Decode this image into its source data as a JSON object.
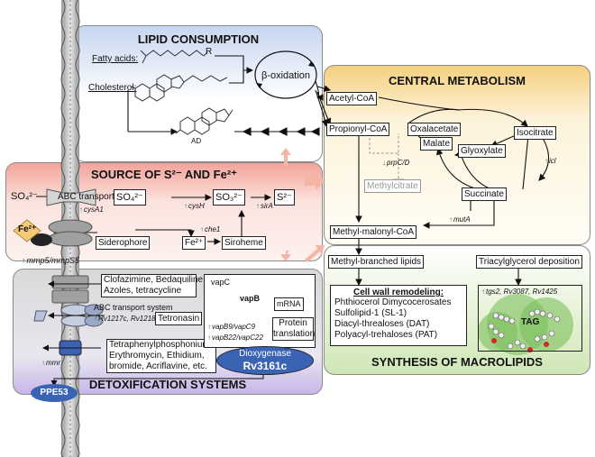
{
  "lipid": {
    "title": "LIPID CONSUMPTION",
    "fatty_acids": "Fatty acids:",
    "cholesterol": "Cholesterol:",
    "r_label": "R",
    "beta_ox": "β-oxidation",
    "ad": "AD"
  },
  "source": {
    "title": "SOURCE OF S²⁻ AND Fe²⁺",
    "so4_ext": "SO₄²⁻",
    "abc": "ABC transporter",
    "cysA1": "cysA1",
    "so4_int": "SO₄²⁻",
    "cysH": "cysH",
    "so3": "SO₃²⁻",
    "sirA": "sirA",
    "s2": "S²⁻",
    "fe_ext": "Fe²⁺",
    "siderophore": "Siderophore",
    "fe_int": "Fe²⁺",
    "che1": "che1",
    "siroheme": "Siroheme",
    "mmp": "mmp5/mmpS5"
  },
  "central": {
    "title": "CENTRAL METABOLISM",
    "acetyl": "Acetyl-CoA",
    "propionyl": "Propionyl-CoA",
    "oxaloacetate": "Oxalacetate",
    "isocitrate": "Isocitrate",
    "glyoxylate": "Glyoxylate",
    "malate": "Malate",
    "succinate": "Succinate",
    "methylcitrate": "Methylcitrate",
    "prpCD": "prpC/D",
    "icl": "icl",
    "mutA": "mutA",
    "methylmalonyl": "Methyl-malonyl-CoA"
  },
  "macro": {
    "title": "SYNTHESIS OF MACROLIPIDS",
    "mbl": "Methyl-branched lipids",
    "tag_dep": "Triacylglycerol deposition",
    "cw_title": "Cell wall remodeling:",
    "cw_items": [
      "Phthiocerol Dimycocerosates",
      "Sulfolipid-1 (SL-1)",
      "Diacyl-threaloses (DAT)",
      "Polyacyl-trehaloses (PAT)"
    ],
    "tag_genes": "tgs2, Rv3087, Rv1425",
    "tag": "TAG"
  },
  "detox": {
    "title": "DETOXIFICATION SYSTEMS",
    "drugs1": [
      "Clofazimine, Bedaquiline",
      "Azoles, tetracycline"
    ],
    "abc": "ABC  transport system",
    "abc_genes": "Rv1217c, Rv1218c",
    "tetronasin": "Tetronasin",
    "mmr": "mmr",
    "drugs2": [
      "Tetraphenylphosphonium",
      "Erythromycin, Ethidium,",
      "bromide, Acriflavine, etc."
    ],
    "vapC": "vapC",
    "vapB": "vapB",
    "mrna": "mRNA",
    "protein": [
      "Protein",
      "translation"
    ],
    "vap_genes": [
      "vapB9/vapC9",
      "vapB22/vapC22"
    ],
    "dioxy": [
      "Dioxygenase",
      "Rv3161c"
    ],
    "ppe": "PPE53"
  }
}
